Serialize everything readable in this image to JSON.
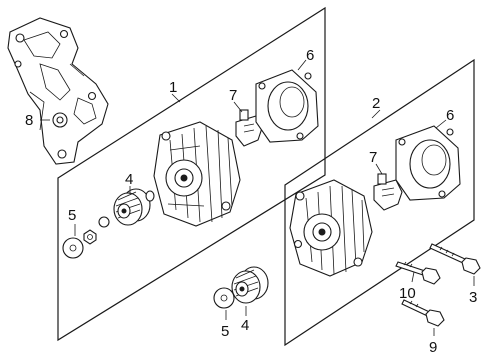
{
  "diagram": {
    "callouts": {
      "assy_1": "1",
      "assy_2": "2",
      "bolt_3": "3",
      "pulley_left": "4",
      "pulley_right": "4",
      "cap_left": "5",
      "cap_right": "5",
      "cover_left": "6",
      "cover_right": "6",
      "regulator_left": "7",
      "regulator_right": "7",
      "bracket_8": "8",
      "bolt_9": "9",
      "bolt_10": "10"
    }
  }
}
